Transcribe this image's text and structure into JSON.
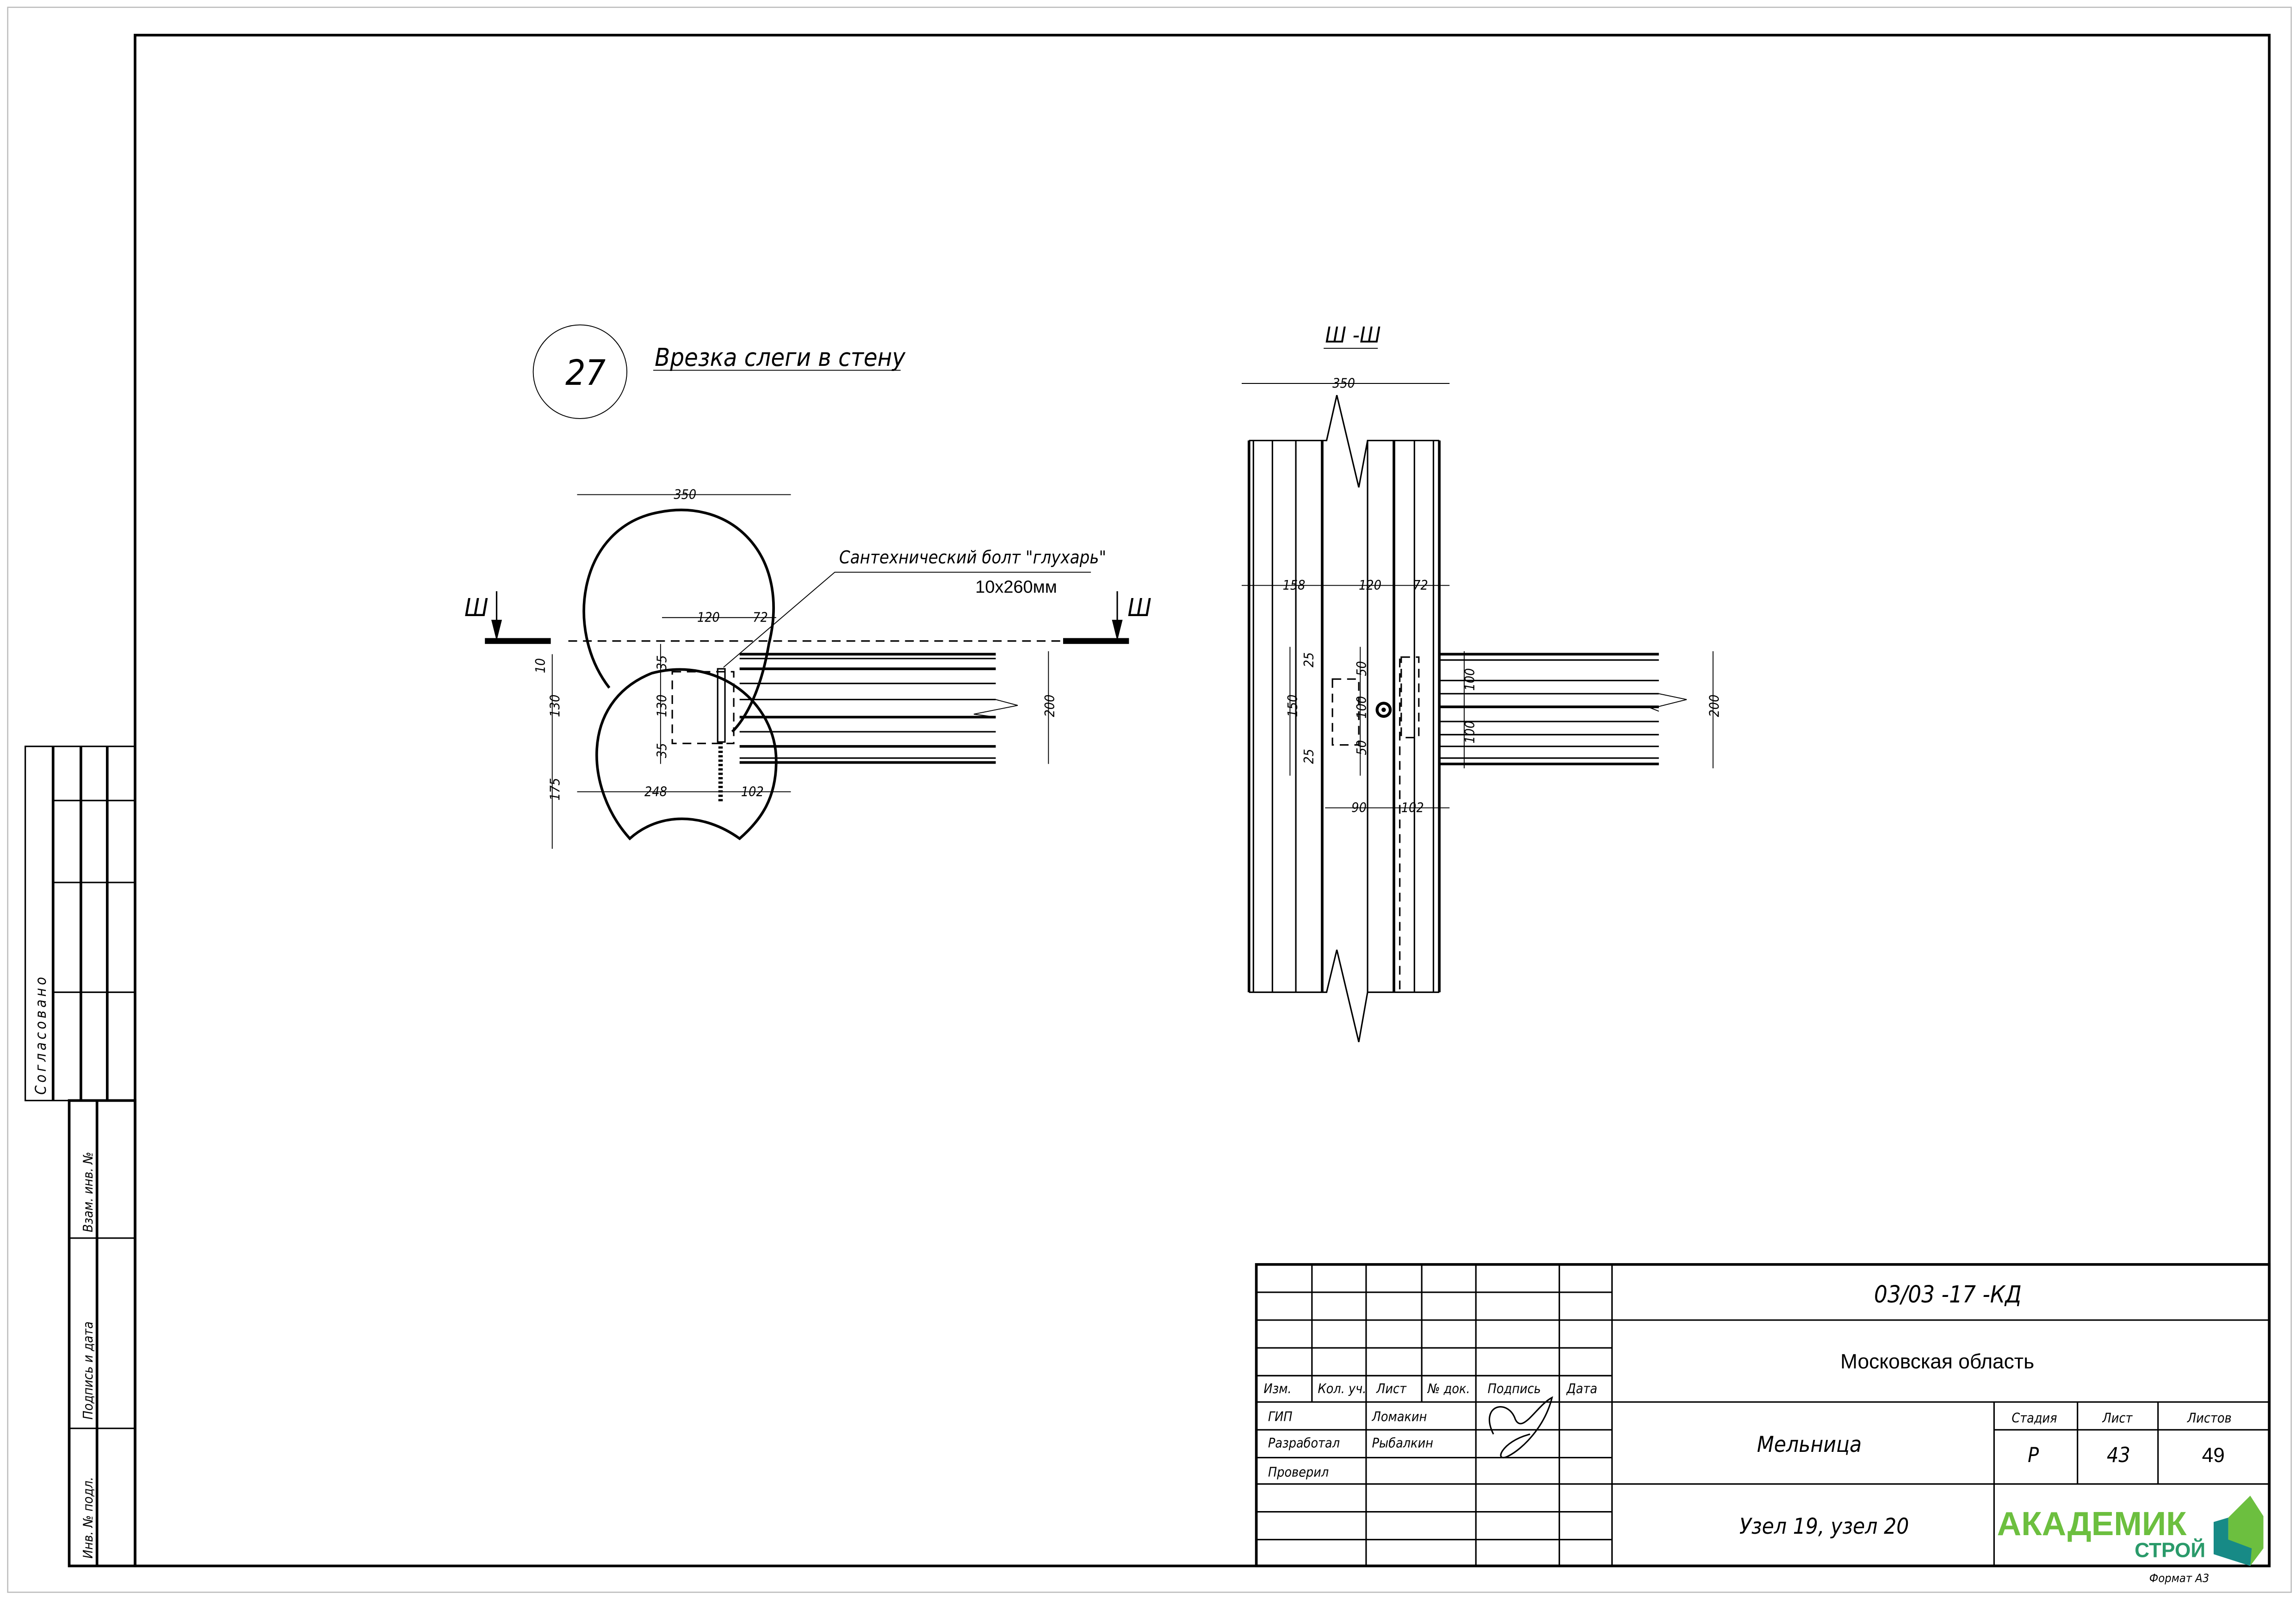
{
  "node": {
    "number": "27",
    "title": "Врезка слеги в стену"
  },
  "plan": {
    "section_mark": "Ш",
    "bolt_label": "Сантехнический болт \"глухарь\"",
    "bolt_size": "10х260мм",
    "dims": {
      "width": "350",
      "d120": "120",
      "d72": "72",
      "d10": "10",
      "d130a": "130",
      "d175": "175",
      "d35a": "35",
      "d130b": "130",
      "d35b": "35",
      "d248": "248",
      "d102": "102",
      "d200": "200"
    }
  },
  "section": {
    "title": "Ш -Ш",
    "dims": {
      "width": "350",
      "d158": "158",
      "d120": "120",
      "d72": "72",
      "d25a": "25",
      "d150": "150",
      "d25b": "25",
      "d50a": "50",
      "d100": "100",
      "d50b": "50",
      "d100a": "100",
      "d100b": "100",
      "d90": "90",
      "d102": "102",
      "d200": "200"
    }
  },
  "side_stamp": {
    "agreed": "Согласовано",
    "inv_replace": "Взам. инв. №",
    "sign_date": "Подпись и дата",
    "inv_orig": "Инв. № подл."
  },
  "title_block": {
    "headers": [
      "Изм.",
      "Кол. уч.",
      "Лист",
      "№ док.",
      "Подпись",
      "Дата"
    ],
    "staff": [
      {
        "role": "ГИП",
        "name": "Ломакин"
      },
      {
        "role": "Разработал",
        "name": "Рыбалкин"
      },
      {
        "role": "Проверил",
        "name": ""
      }
    ],
    "code": "03/03 -17 -КД",
    "region": "Московская область",
    "object": "Мельница",
    "stage_label": "Стадия",
    "sheet_label": "Лист",
    "sheets_label": "Листов",
    "stage": "Р",
    "sheet": "43",
    "sheets": "49",
    "drawing_name": "Узел 19, узел 20",
    "logo_top": "АКАДЕМИК",
    "logo_bottom": "СТРОЙ",
    "format": "Формат А3"
  },
  "colors": {
    "logo_green": "#6cbf3f",
    "logo_teal": "#178a86"
  }
}
